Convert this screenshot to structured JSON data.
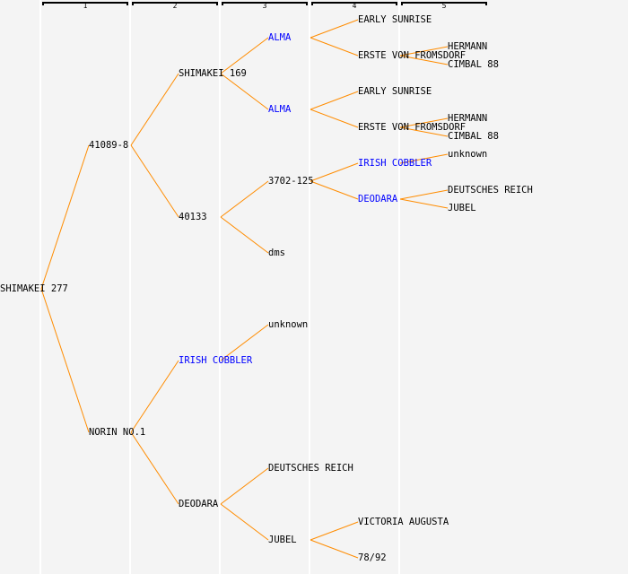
{
  "generations": [
    "1",
    "2",
    "3",
    "4",
    "5"
  ],
  "colors": {
    "line": "#ff8c00",
    "link": "#0000ff",
    "text": "#000000"
  },
  "tree": {
    "label": "SHIMAKEI 277",
    "col": 0,
    "row": 322,
    "children": [
      {
        "label": "41089-8",
        "col": 1,
        "row": 162,
        "children": [
          {
            "label": "SHIMAKEI 169",
            "col": 2,
            "row": 82,
            "children": [
              {
                "label": "ALMA",
                "link": true,
                "col": 3,
                "row": 42,
                "children": [
                  {
                    "label": "EARLY SUNRISE",
                    "col": 4,
                    "row": 22
                  },
                  {
                    "label": "ERSTE VON FROMSDORF",
                    "col": 4,
                    "row": 62,
                    "children": [
                      {
                        "label": "HERMANN",
                        "col": 5,
                        "row": 52
                      },
                      {
                        "label": "CIMBAL 88",
                        "col": 5,
                        "row": 72
                      }
                    ]
                  }
                ]
              },
              {
                "label": "ALMA",
                "link": true,
                "col": 3,
                "row": 122,
                "children": [
                  {
                    "label": "EARLY SUNRISE",
                    "col": 4,
                    "row": 102
                  },
                  {
                    "label": "ERSTE VON FROMSDORF",
                    "col": 4,
                    "row": 142,
                    "children": [
                      {
                        "label": "HERMANN",
                        "col": 5,
                        "row": 132
                      },
                      {
                        "label": "CIMBAL 88",
                        "col": 5,
                        "row": 152
                      }
                    ]
                  }
                ]
              }
            ]
          },
          {
            "label": "40133",
            "col": 2,
            "row": 242,
            "children": [
              {
                "label": "3702-125",
                "col": 3,
                "row": 202,
                "children": [
                  {
                    "label": "IRISH COBBLER",
                    "link": true,
                    "col": 4,
                    "row": 182,
                    "children": [
                      {
                        "label": "unknown",
                        "col": 5,
                        "row": 172
                      }
                    ]
                  },
                  {
                    "label": "DEODARA",
                    "link": true,
                    "col": 4,
                    "row": 222,
                    "children": [
                      {
                        "label": "DEUTSCHES REICH",
                        "col": 5,
                        "row": 212
                      },
                      {
                        "label": "JUBEL",
                        "col": 5,
                        "row": 232
                      }
                    ]
                  }
                ]
              },
              {
                "label": "dms",
                "col": 3,
                "row": 282
              }
            ]
          }
        ]
      },
      {
        "label": "NORIN NO.1",
        "col": 1,
        "row": 482,
        "children": [
          {
            "label": "IRISH COBBLER",
            "link": true,
            "col": 2,
            "row": 402,
            "children": [
              {
                "label": "unknown",
                "col": 3,
                "row": 362
              }
            ]
          },
          {
            "label": "DEODARA",
            "col": 2,
            "row": 562,
            "children": [
              {
                "label": "DEUTSCHES REICH",
                "col": 3,
                "row": 522
              },
              {
                "label": "JUBEL",
                "col": 3,
                "row": 602,
                "children": [
                  {
                    "label": "VICTORIA AUGUSTA",
                    "col": 4,
                    "row": 582
                  },
                  {
                    "label": "78/92",
                    "col": 4,
                    "row": 622
                  }
                ]
              }
            ]
          }
        ]
      }
    ]
  }
}
